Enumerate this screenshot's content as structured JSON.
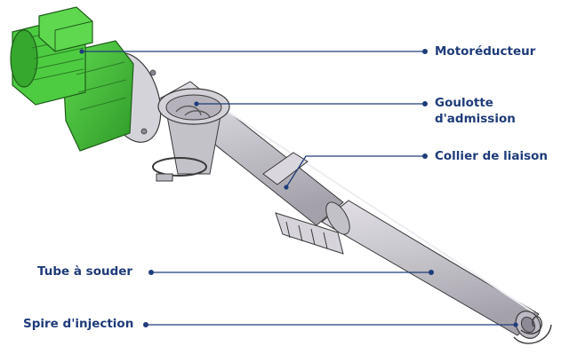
{
  "colors": {
    "label_text": "#1f3c7a",
    "leader_line": "#1f3c7a",
    "motor_green": "#44c23a",
    "motor_green_dark": "#2f8f2a",
    "tube_grey": "#c9c7ce",
    "tube_shadow": "#a9a6b0",
    "outline": "#3a3a3a"
  },
  "labels": {
    "motoreducteur": "Motoréducteur",
    "goulotte_line1": "Goulotte",
    "goulotte_line2": "d'admission",
    "collier": "Collier de liaison",
    "tube": "Tube à souder",
    "spire": "Spire d'injection"
  }
}
